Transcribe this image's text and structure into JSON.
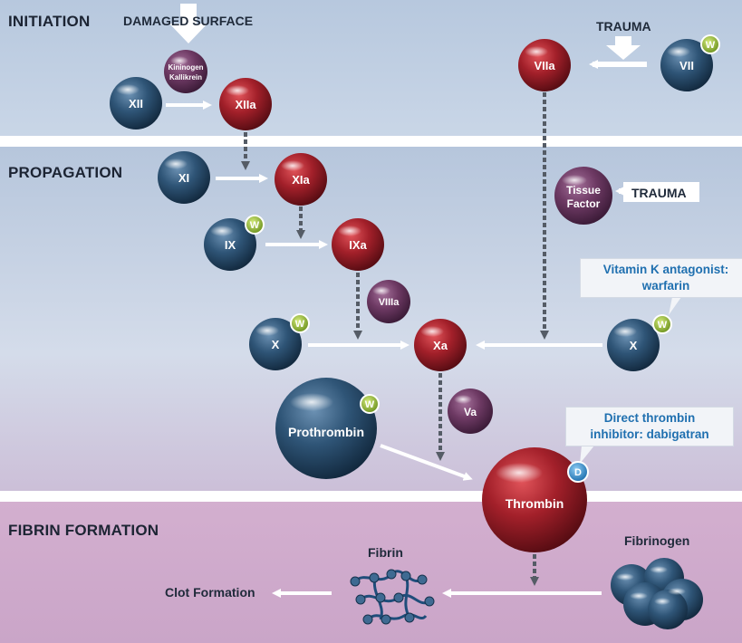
{
  "sections": {
    "initiation": "INITIATION",
    "propagation": "PROPAGATION",
    "fibrin_formation": "FIBRIN FORMATION"
  },
  "labels": {
    "damaged_surface": "DAMAGED SURFACE",
    "trauma_top": "TRAUMA",
    "trauma_tissue": "TRAUMA",
    "fibrin": "Fibrin",
    "fibrinogen": "Fibrinogen",
    "clot_formation": "Clot Formation"
  },
  "factors": {
    "xii": "XII",
    "kininogen_line1": "Kininogen",
    "kininogen_line2": "Kallikrein",
    "xiia": "XIIa",
    "viia": "VIIa",
    "vii": "VII",
    "xi": "XI",
    "xia": "XIa",
    "tissue_factor_line1": "Tissue",
    "tissue_factor_line2": "Factor",
    "ix": "IX",
    "ixa": "IXa",
    "viiia": "VIIIa",
    "x_left": "X",
    "xa": "Xa",
    "x_right": "X",
    "va": "Va",
    "prothrombin": "Prothrombin",
    "thrombin": "Thrombin"
  },
  "badges": {
    "warfarin": "W",
    "dabigatran": "D"
  },
  "callouts": {
    "vitamin_k_line1": "Vitamin K antagonist:",
    "vitamin_k_line2": "warfarin",
    "thrombin_inhibitor_line1": "Direct thrombin",
    "thrombin_inhibitor_line2": "inhibitor: dabigatran"
  },
  "colors": {
    "blue_ball": "#2f5577",
    "red_ball": "#a3202a",
    "purple_ball": "#6e3a64",
    "badge_w": "#8ab030",
    "badge_d": "#2a86c8",
    "callout_text": "#2070b0"
  }
}
